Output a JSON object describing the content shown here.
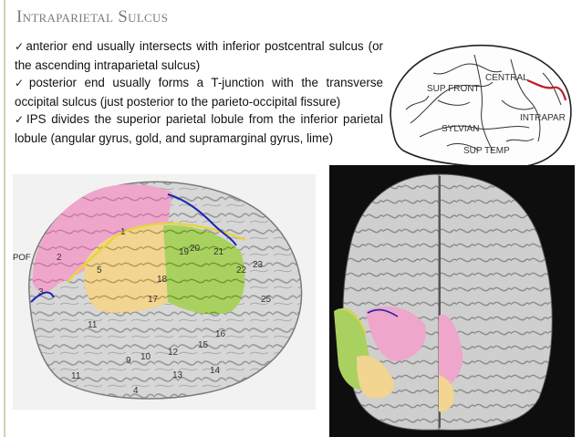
{
  "slide": {
    "title": "Intraparietal Sulcus",
    "bullets": [
      {
        "check": "✓",
        "text": "anterior end usually intersects with inferior postcentral sulcus (or the ascending intraparietal sulcus)"
      },
      {
        "check": "✓",
        "text": "posterior end usually forms a T-junction with the transverse occipital sulcus (just posterior to the parieto-occipital fissure)"
      },
      {
        "check": "✓",
        "text": "IPS divides the superior parietal lobule from the inferior parietal lobule (angular gyrus, gold, and supramarginal gyrus, lime)"
      }
    ],
    "pof_label": "POF",
    "lateral_numbers": [
      "1",
      "2",
      "3",
      "4",
      "5",
      "9",
      "10",
      "11",
      "12",
      "13",
      "14",
      "15",
      "16",
      "17",
      "18",
      "19",
      "20",
      "21",
      "22",
      "23",
      "25"
    ]
  },
  "colors": {
    "title": "#7b7b7b",
    "superior_parietal": "#f0a3cc",
    "angular_gyrus": "#f1d58b",
    "supramarginal_gyrus": "#a6cf5a",
    "sulcus_line": "#1b25b3",
    "ips_line": "#e6d63a",
    "highlight_line": "#c5192d"
  }
}
